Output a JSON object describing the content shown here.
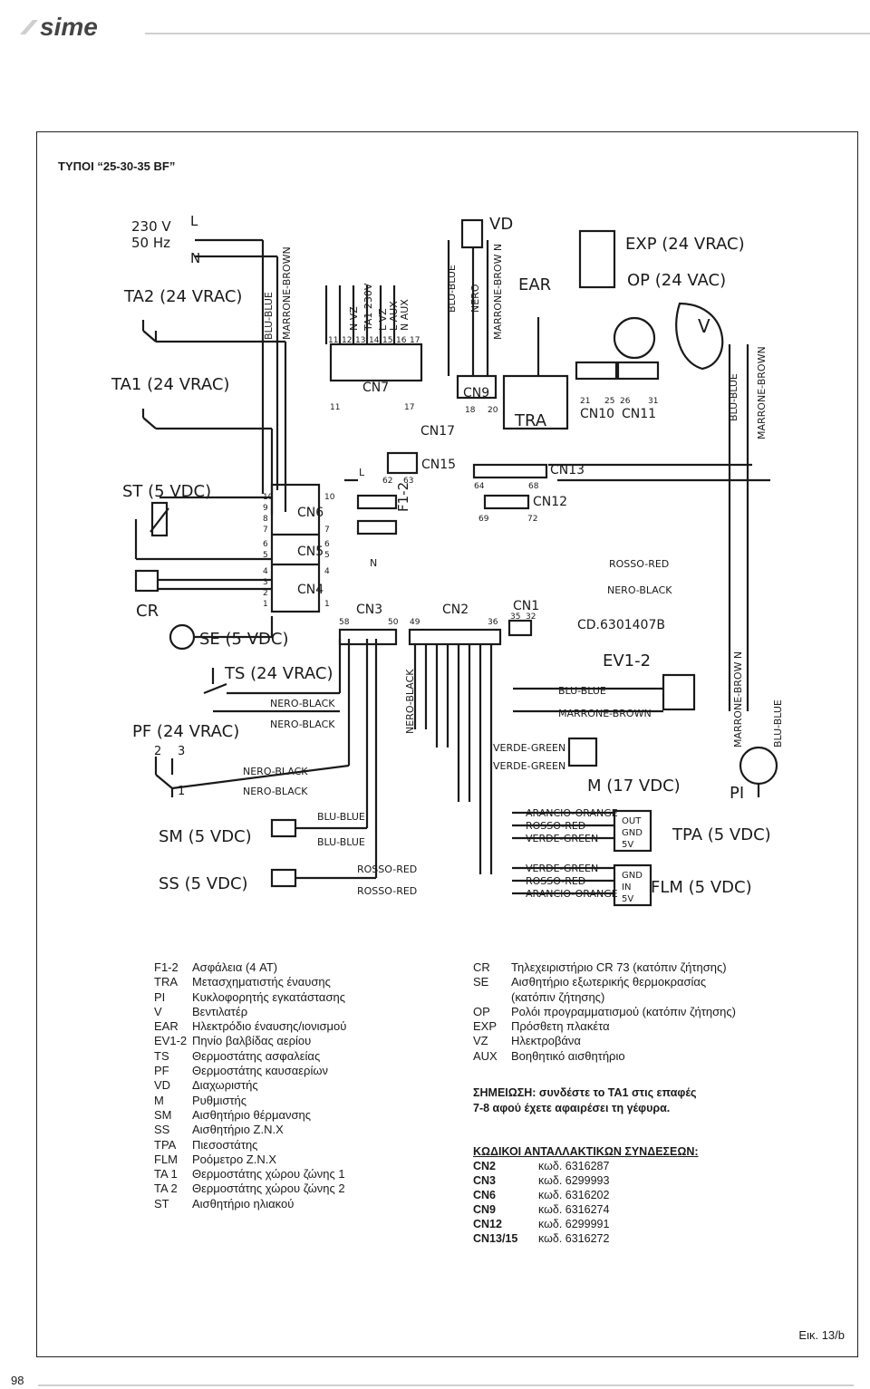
{
  "brand": "sime",
  "heading": "ΤΥΠΟΙ “25-30-35 BF”",
  "diagram": {
    "supply": [
      "230 V",
      "50 Hz"
    ],
    "supply_pins": [
      "L",
      "N"
    ],
    "components": {
      "ta2": "TA2 (24 VRAC)",
      "ta1": "TA1 (24 VRAC)",
      "st": "ST (5 VDC)",
      "cr": "CR",
      "se": "SE (5 VDC)",
      "ts": "TS (24 VRAC)",
      "pf": "PF (24 VRAC)",
      "pf_pins": [
        "2",
        "3",
        "1"
      ],
      "sm": "SM (5 VDC)",
      "ss": "SS (5 VDC)",
      "vd": "VD",
      "ear": "EAR",
      "tra": "TRA",
      "exp": "EXP (24 VRAC)",
      "op": "OP (24 VAC)",
      "v": "V",
      "ev": "EV1-2",
      "m": "M (17 VDC)",
      "pi": "PI",
      "tpa": "TPA (5 VDC)",
      "flm": "FLM (5 VDC)",
      "fuse": "F1-2",
      "board_code": "CD.6301407B"
    },
    "connectors": {
      "cn7": "CN7",
      "cn9": "CN9",
      "cn17": "CN17",
      "cn10": "CN10",
      "cn11": "CN11",
      "cn15": "CN15",
      "cn13": "CN13",
      "cn12": "CN12",
      "cn6": "CN6",
      "cn5": "CN5",
      "cn4": "CN4",
      "cn3": "CN3",
      "cn2": "CN2",
      "cn1": "CN1"
    },
    "terminal_labels": [
      "N VZ",
      "TA1 230V",
      "L VZ",
      "L AUX",
      "N AUX"
    ],
    "pin_numbers": {
      "cn7_top": [
        "11",
        "12",
        "13",
        "14",
        "15",
        "16",
        "17"
      ],
      "cn7_bottom": [
        "11",
        "17"
      ],
      "cn9": [
        "18",
        "20"
      ],
      "cn10": [
        "21",
        "25"
      ],
      "cn11": [
        "26",
        "31"
      ],
      "cn15": [
        "62",
        "63"
      ],
      "cn13": [
        "64",
        "68"
      ],
      "cn12": [
        "69",
        "72"
      ],
      "cn3": [
        "58",
        "50"
      ],
      "cn2": [
        "49",
        "36"
      ],
      "cn1": [
        "35",
        "32"
      ],
      "left_block": [
        "10",
        "9",
        "8",
        "7",
        "6",
        "5",
        "4",
        "3",
        "2",
        "1"
      ],
      "right_block": [
        "10",
        "7",
        "6",
        "5",
        "4",
        "1"
      ]
    },
    "wire_labels": {
      "blu_blue": "BLU-BLUE",
      "marrone_brown": "MARRONE-BROWN",
      "marrone_brow_n": "MARRONE-BROW N",
      "nero": "NERO",
      "nero_black": "NERO-BLACK",
      "rosso_red": "ROSSO-RED",
      "verde_green": "VERDE-GREEN",
      "arancio_orange": "ARANCIO-ORANGE",
      "l": "L",
      "n": "N"
    },
    "tpa_pins": [
      "OUT",
      "GND",
      "5V"
    ],
    "flm_pins": [
      "GND",
      "IN",
      "5V"
    ]
  },
  "legend_left": [
    {
      "code": "F1-2",
      "desc": "Ασφάλεια (4 AT)"
    },
    {
      "code": "TRA",
      "desc": "Μετασχηματιστής έναυσης"
    },
    {
      "code": "PI",
      "desc": "Κυκλοφορητής εγκατάστασης"
    },
    {
      "code": "V",
      "desc": "Βεντιλατέρ"
    },
    {
      "code": "EAR",
      "desc": "Ηλεκτρόδιο έναυσης/ιονισμού"
    },
    {
      "code": "EV1-2",
      "desc": "Πηνίο βαλβίδας αερίου"
    },
    {
      "code": "TS",
      "desc": "Θερμοστάτης ασφαλείας"
    },
    {
      "code": "PF",
      "desc": "Θερμοστάτης καυσαερίων"
    },
    {
      "code": "VD",
      "desc": "Διαχωριστής"
    },
    {
      "code": "M",
      "desc": "Ρυθμιστής"
    },
    {
      "code": "SM",
      "desc": "Αισθητήριο θέρμανσης"
    },
    {
      "code": "SS",
      "desc": "Αισθητήριο Ζ.Ν.Χ"
    },
    {
      "code": "TPA",
      "desc": "Πιεσοστάτης"
    },
    {
      "code": "FLM",
      "desc": "Ροόμετρο Ζ.Ν.Χ"
    },
    {
      "code": "TA 1",
      "desc": "Θερμοστάτης χώρου ζώνης 1"
    },
    {
      "code": "TA 2",
      "desc": "Θερμοστάτης χώρου ζώνης 2"
    },
    {
      "code": "ST",
      "desc": "Αισθητήριο ηλιακού"
    }
  ],
  "legend_right": [
    {
      "code": "CR",
      "desc": "Τηλεχειριστήριο CR 73 (κατόπιν ζήτησης)"
    },
    {
      "code": "SE",
      "desc": "Αισθητήριο εξωτερικής θερμοκρασίας"
    },
    {
      "code": "",
      "desc": "(κατόπιν ζήτησης)"
    },
    {
      "code": "OP",
      "desc": "Ρολόι προγραμματισμού (κατόπιν ζήτησης)"
    },
    {
      "code": "EXP",
      "desc": "Πρόσθετη πλακέτα"
    },
    {
      "code": "VZ",
      "desc": "Ηλεκτροβάνα"
    },
    {
      "code": "AUX",
      "desc": "Βοηθητικό αισθητήριο"
    }
  ],
  "note": [
    "ΣΗΜΕΙΩΣΗ: συνδέστε το ΤΑ1 στις επαφές",
    "7-8 αφού έχετε αφαιρέσει τη γέφυρα."
  ],
  "parts_title": "ΚΩΔΙΚΟΙ ΑΝΤΑΛΛΑΚΤΙΚΩΝ ΣΥΝΔΕΣΕΩΝ:",
  "parts": [
    {
      "code": "CN2",
      "desc": "κωδ. 6316287"
    },
    {
      "code": "CN3",
      "desc": "κωδ. 6299993"
    },
    {
      "code": "CN6",
      "desc": "κωδ. 6316202"
    },
    {
      "code": "CN9",
      "desc": "κωδ. 6316274"
    },
    {
      "code": "CN12",
      "desc": "κωδ. 6299991"
    },
    {
      "code": "CN13/15",
      "desc": "κωδ. 6316272"
    }
  ],
  "figure_label": "Εικ. 13/b",
  "page_number": "98"
}
